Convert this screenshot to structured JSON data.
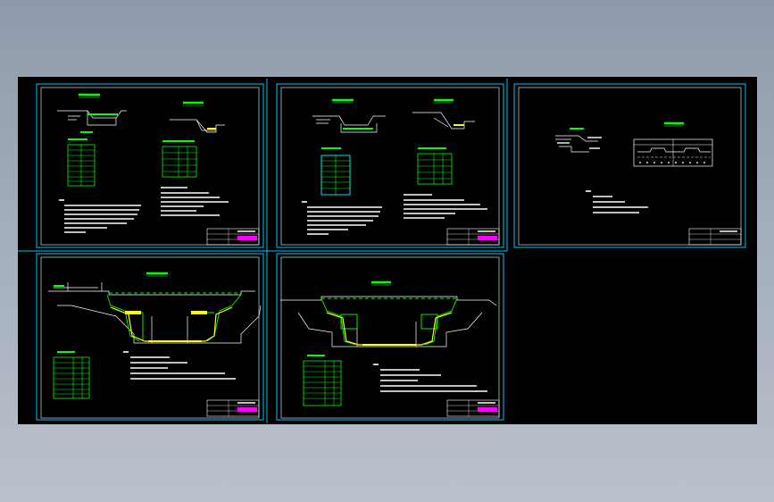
{
  "viewport": {
    "background": "#000000"
  },
  "colors": {
    "frame": "#00c8ff",
    "drawing": "#ffffff",
    "primary": "#00ff00",
    "accent": "#ffff00",
    "table_highlight": "#00ffff",
    "magenta": "#ff00ff"
  },
  "sheets": [
    {
      "id": "sheet-1",
      "title": "",
      "kind": "detail-tables"
    },
    {
      "id": "sheet-2",
      "title": "",
      "kind": "detail-tables"
    },
    {
      "id": "sheet-3",
      "title": "",
      "kind": "schematic-notes"
    },
    {
      "id": "sheet-4",
      "title": "",
      "kind": "cross-section"
    },
    {
      "id": "sheet-5",
      "title": "",
      "kind": "cross-section"
    }
  ]
}
